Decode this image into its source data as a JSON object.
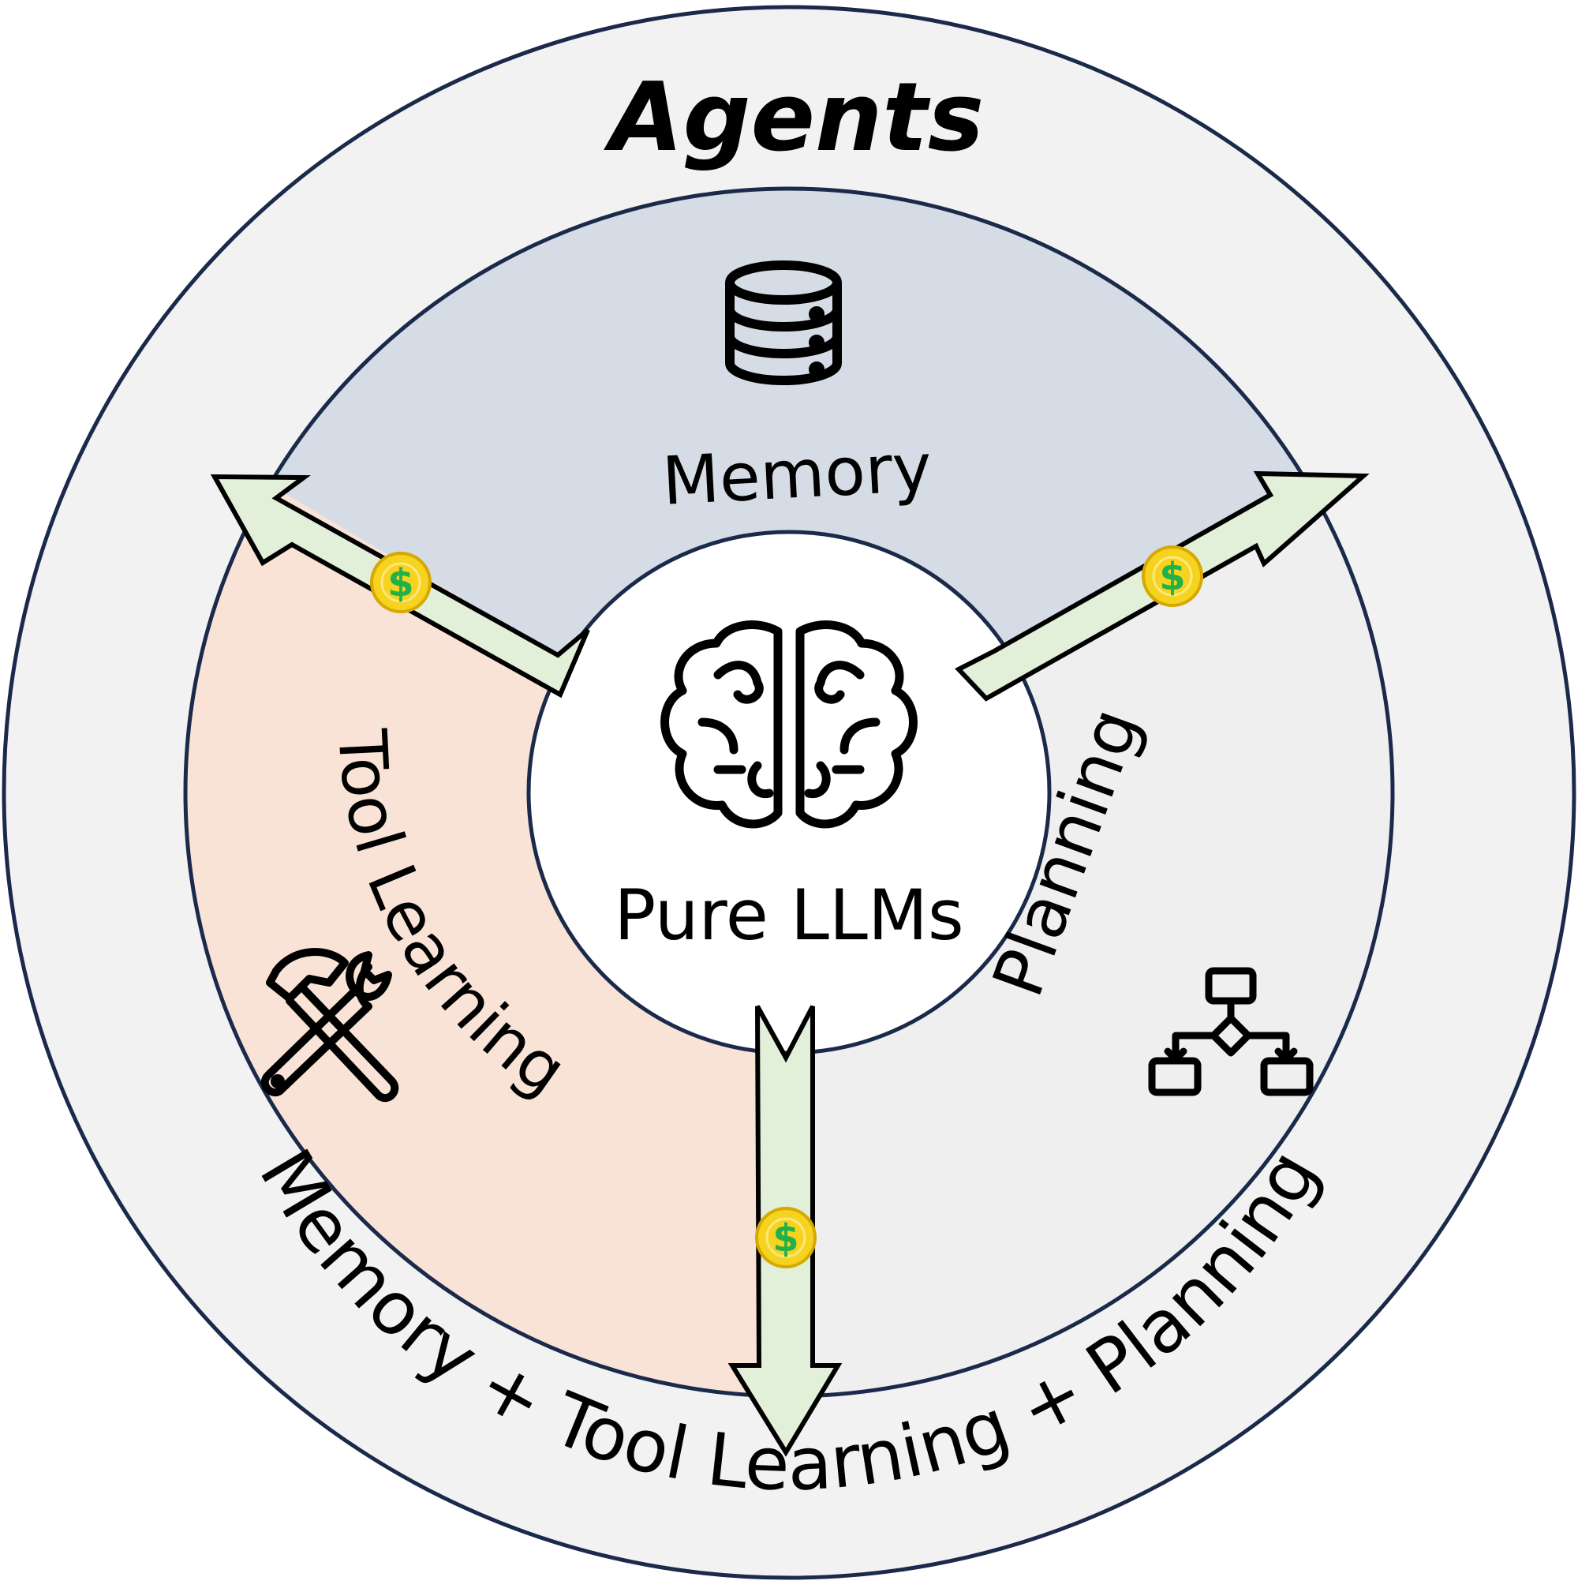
{
  "title": "Agents",
  "center_label": "Pure LLMs",
  "segments": {
    "memory": {
      "label": "Memory",
      "color": "#d5dce5"
    },
    "tool_learning": {
      "label": "Tool Learning",
      "color": "#f8e3d6"
    },
    "planning": {
      "label": "Planning",
      "color": "#efefef"
    }
  },
  "outer_label": "Memory + Tool Learning + Planning",
  "colors": {
    "outer_ring": "#f2f2f2",
    "border": "#1b2a4a",
    "arrow_fill": "#e2efd9",
    "coin": "#f5d31f",
    "dollar": "#22b04b"
  },
  "icons": [
    "database-icon",
    "brain-icon",
    "hammer-wrench-icon",
    "flowchart-icon",
    "coin-icon"
  ]
}
